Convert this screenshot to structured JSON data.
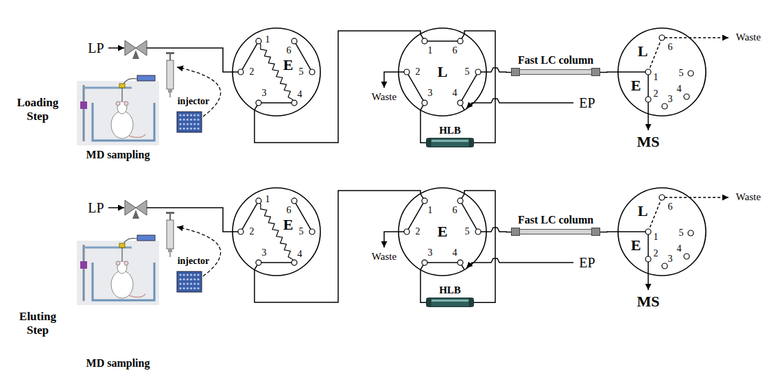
{
  "diagram": {
    "nodes": [
      {
        "text": [
          "1",
          "6",
          "2",
          "E",
          "5",
          "3",
          "4"
        ]
      },
      {
        "text": [
          "1",
          "6",
          "2",
          "L",
          "5",
          "3",
          "4"
        ]
      },
      {
        "text": [
          "HLB"
        ]
      },
      {
        "text": [
          "Fast LC column"
        ]
      },
      {
        "text": [
          "L",
          "6",
          "1",
          "5",
          "E",
          "2",
          "4",
          "3"
        ]
      },
      {
        "text": [
          "1",
          "6",
          "2",
          "E",
          "5",
          "3",
          "4"
        ]
      },
      {
        "text": [
          "1",
          "6",
          "2",
          "E",
          "5",
          "3",
          "4"
        ]
      },
      {
        "text": [
          "HLB"
        ]
      },
      {
        "text": [
          "Fast LC column"
        ]
      },
      {
        "text": [
          "L",
          "6",
          "1",
          "5",
          "E",
          "2",
          "4",
          "3"
        ]
      }
    ],
    "edges": [
      {
        "from": 0,
        "to": 1,
        "arrow": "none"
      },
      {
        "from": 1,
        "to": 2,
        "arrow": "none"
      },
      {
        "from": 2,
        "to": 1,
        "arrow": "none"
      },
      {
        "from": 1,
        "to": 3,
        "arrow": "none"
      },
      {
        "from": 3,
        "to": 4,
        "arrow": "none"
      },
      {
        "from": 5,
        "to": 6,
        "arrow": "none"
      },
      {
        "from": 6,
        "to": 7,
        "arrow": "none"
      },
      {
        "from": 7,
        "to": 6,
        "arrow": "none"
      },
      {
        "from": 6,
        "to": 8,
        "arrow": "none"
      },
      {
        "from": 8,
        "to": 9,
        "arrow": "none"
      }
    ],
    "labels": [
      "LP",
      "Loading Step",
      "injector",
      "MD sampling",
      "Waste",
      "EP",
      "Waste",
      "MS",
      "LP",
      "Eluting Step",
      "injector",
      "MD sampling",
      "Waste",
      "EP",
      "Waste",
      "MS"
    ]
  }
}
